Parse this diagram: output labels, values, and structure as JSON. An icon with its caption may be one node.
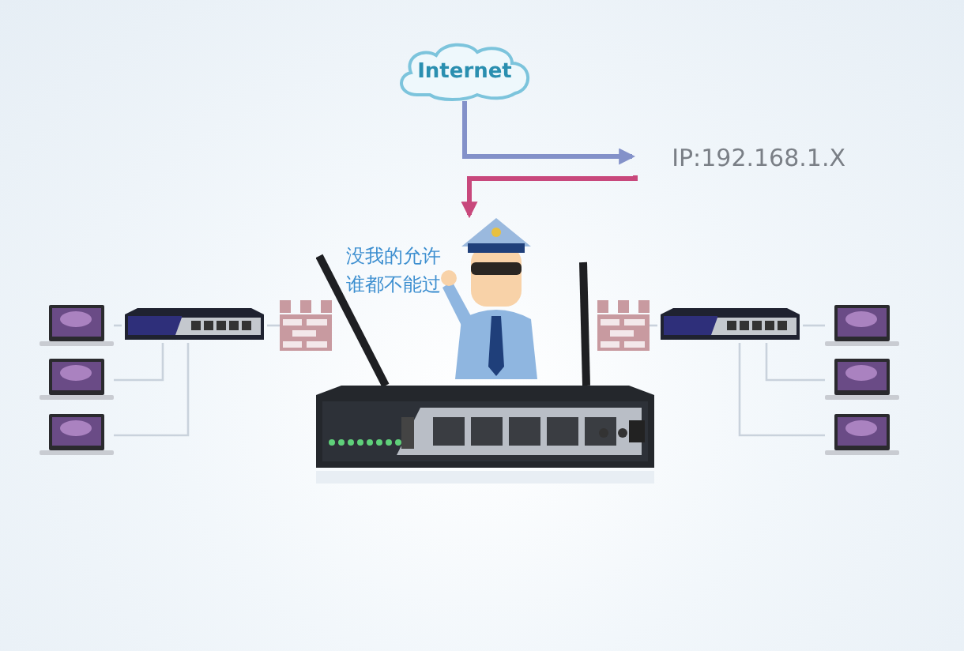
{
  "diagram": {
    "nodes": [
      {
        "text": [
          "Internet"
        ]
      },
      {
        "text": [
          "IP:192.168.1.X"
        ]
      },
      {
        "text": [],
        "shape": "person",
        "beside": [
          "没我的允许谁都不能过"
        ]
      },
      {
        "text": [],
        "shape": "picture"
      },
      {
        "text": [],
        "shape": "picture"
      },
      {
        "text": [],
        "shape": "picture"
      },
      {
        "text": [],
        "shape": "picture"
      },
      {
        "text": [],
        "shape": "picture"
      },
      {
        "text": [],
        "shape": "picture"
      },
      {
        "text": [],
        "shape": "picture"
      },
      {
        "text": [],
        "shape": "picture"
      },
      {
        "text": [],
        "shape": "picture"
      },
      {
        "text": [],
        "shape": "picture"
      },
      {
        "text": [],
        "shape": "picture"
      }
    ],
    "edges": [
      {
        "from": 0,
        "to": 1,
        "arrow": "to",
        "style": "thick",
        "color": "#8391c9"
      },
      {
        "from": 1,
        "to": 2,
        "arrow": "to",
        "style": "thick",
        "color": "#c8487c"
      },
      {
        "from": 4,
        "to": 5,
        "arrow": "none"
      },
      {
        "from": 9,
        "to": 10,
        "arrow": "none"
      },
      {
        "from": 4,
        "to": 6,
        "arrow": "none"
      },
      {
        "from": 4,
        "to": 7,
        "arrow": "none"
      },
      {
        "from": 4,
        "to": 8,
        "arrow": "none"
      },
      {
        "from": 10,
        "to": 11,
        "arrow": "none"
      },
      {
        "from": 10,
        "to": 12,
        "arrow": "none"
      },
      {
        "from": 10,
        "to": 13,
        "arrow": "none"
      }
    ]
  }
}
